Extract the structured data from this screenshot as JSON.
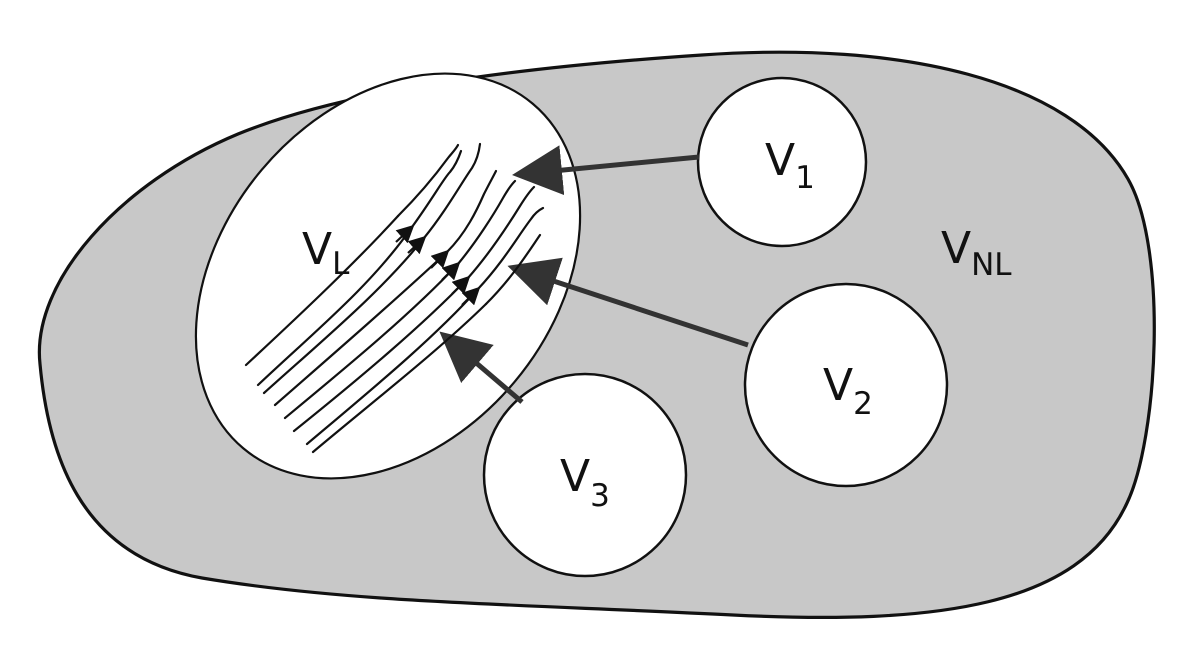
{
  "colors": {
    "background": "#ffffff",
    "outer_region_fill": "#c8c8c8",
    "inner_region_fill": "#ffffff",
    "stroke": "#111111",
    "arrow": "#333333"
  },
  "labels": {
    "v_nl": {
      "main": "V",
      "sub": "NL"
    },
    "v_l": {
      "main": "V",
      "sub": "L"
    },
    "v1": {
      "main": "V",
      "sub": "1"
    },
    "v2": {
      "main": "V",
      "sub": "2"
    },
    "v3": {
      "main": "V",
      "sub": "3"
    }
  }
}
